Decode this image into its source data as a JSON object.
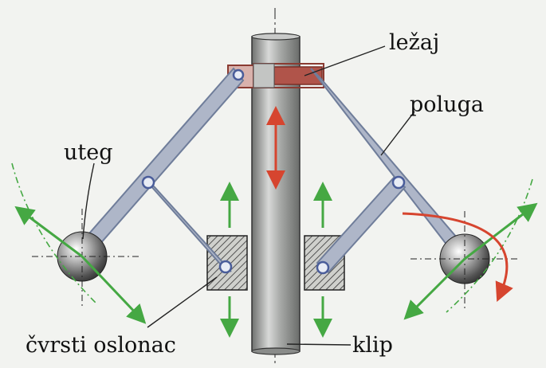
{
  "labels": {
    "bearing": "ležaj",
    "lever": "poluga",
    "weight": "uteg",
    "fixed_support": "čvrsti oslonac",
    "piston": "klip"
  },
  "colors": {
    "background": "#f2f3f0",
    "lever_fill": "#aeb6c8",
    "lever_stroke": "#6f7d9a",
    "shaft_fill": "#9a9d9a",
    "bearing_fill": "#a0524a",
    "arrow_red": "#d6452f",
    "arrow_green": "#45a843",
    "centerline": "#222222"
  },
  "icons": {
    "weight_left": "sphere-weight",
    "weight_right": "sphere-weight",
    "support_left": "hatched-fixed-support",
    "support_right": "hatched-fixed-support"
  }
}
